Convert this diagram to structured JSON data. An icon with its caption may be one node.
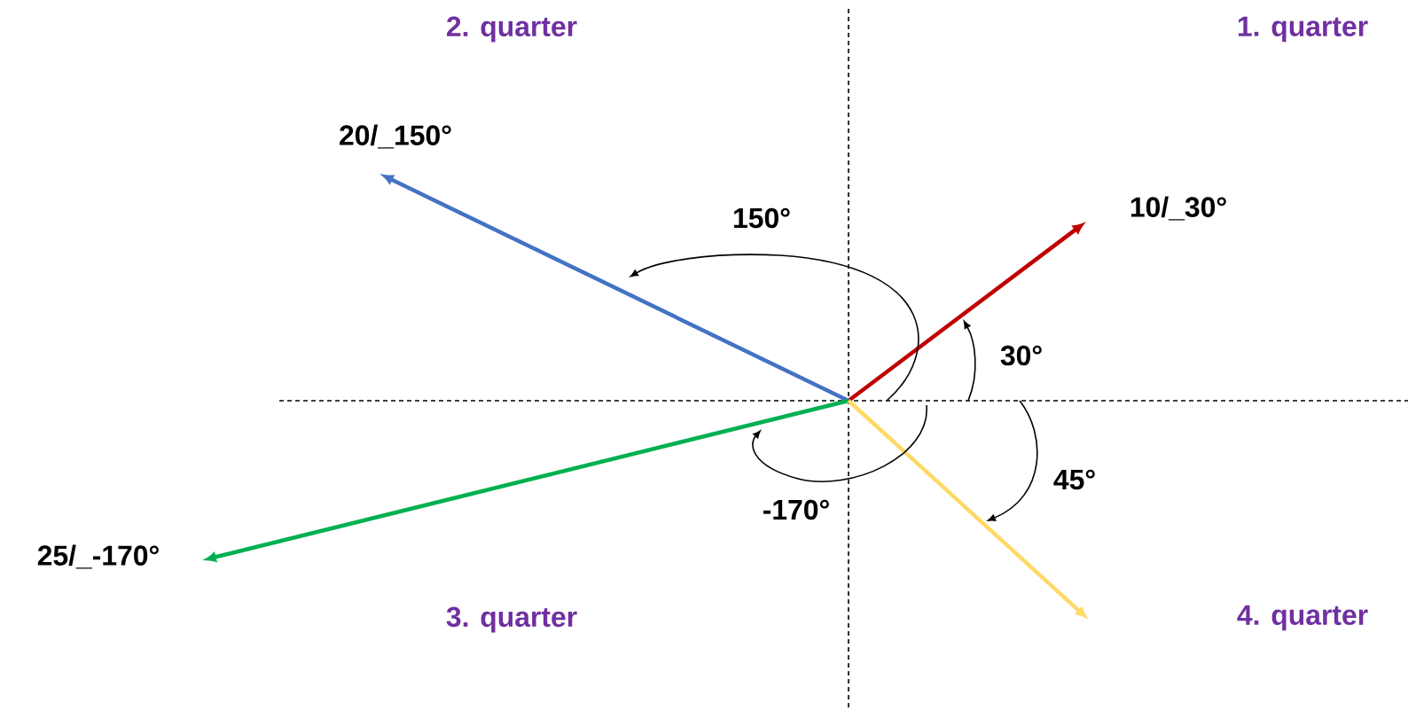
{
  "diagram": {
    "labels": [
      "2. quarter",
      "1. quarter",
      "20/_150°",
      "10/_30°",
      "150°",
      "30°",
      "45°",
      "-170°",
      "25/_-170°",
      "3. quarter",
      "4. quarter"
    ]
  }
}
